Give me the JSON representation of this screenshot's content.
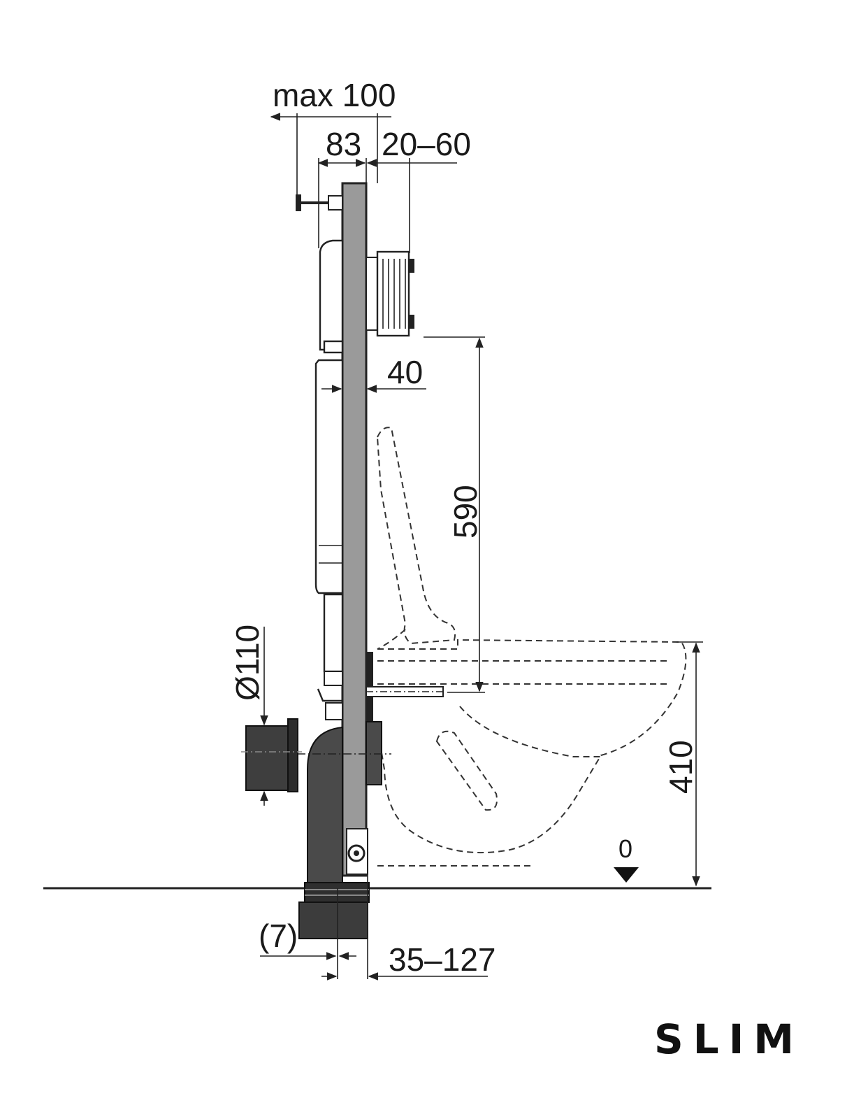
{
  "dimensions": {
    "max_depth": "max 100",
    "frame_depth": "83",
    "panel_range": "20–60",
    "frame_gap": "40",
    "flush_height": "590",
    "pipe_diameter": "Ø110",
    "seat_height": "410",
    "floor_level": "0",
    "floor_offset": "(7)",
    "outlet_range": "35–127"
  },
  "brand": {
    "name": "SLIM"
  }
}
